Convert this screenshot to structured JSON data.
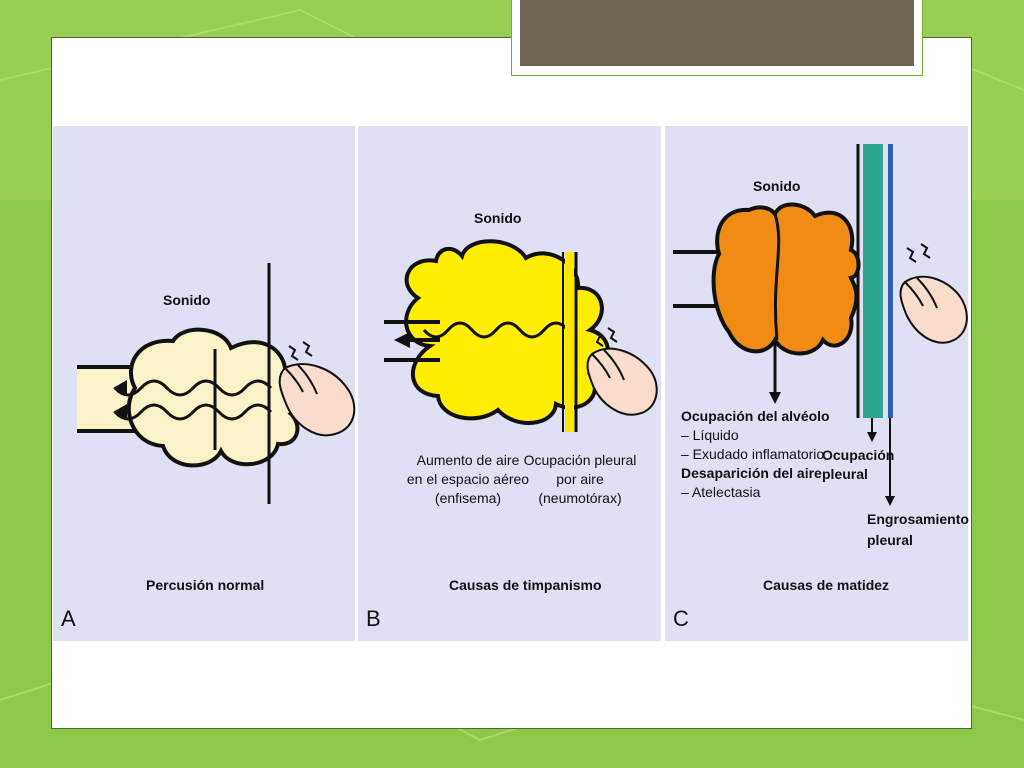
{
  "colors": {
    "page_background": "#8cc84a",
    "panel_background": "#dfe0f4",
    "title_bar": "#6e6555",
    "normal_lung": "#fbf3c8",
    "hyperresonant_lung": "#ffee00",
    "dull_lung": "#f08c14",
    "pleural_fluid": "#2ea58e",
    "pleural_air": "#ffe600",
    "hand": "#f9dccb"
  },
  "panels": {
    "a": {
      "letter": "A",
      "caption": "Percusión normal",
      "sound_label": "Sonido",
      "lung_icon": "normal-lung-icon"
    },
    "b": {
      "letter": "B",
      "caption": "Causas de timpanismo",
      "sound_label": "Sonido",
      "note_left": [
        "Aumento de aire",
        "en el espacio aéreo",
        "(enfisema)"
      ],
      "note_right": [
        "Ocupación pleural",
        "por aire",
        "(neumotórax)"
      ]
    },
    "c": {
      "letter": "C",
      "caption": "Causas de matidez",
      "sound_label": "Sonido",
      "alveolo_title": "Ocupación del alvéolo",
      "alveolo_items": [
        "– Líquido",
        "– Exudado inflamatorio"
      ],
      "air_loss_title": "Desaparición del aire",
      "air_loss_items": [
        "– Atelectasia"
      ],
      "pleural_occupation": [
        "Ocupación",
        "pleural"
      ],
      "pleural_thickening": [
        "Engrosamiento",
        "pleural"
      ]
    }
  }
}
